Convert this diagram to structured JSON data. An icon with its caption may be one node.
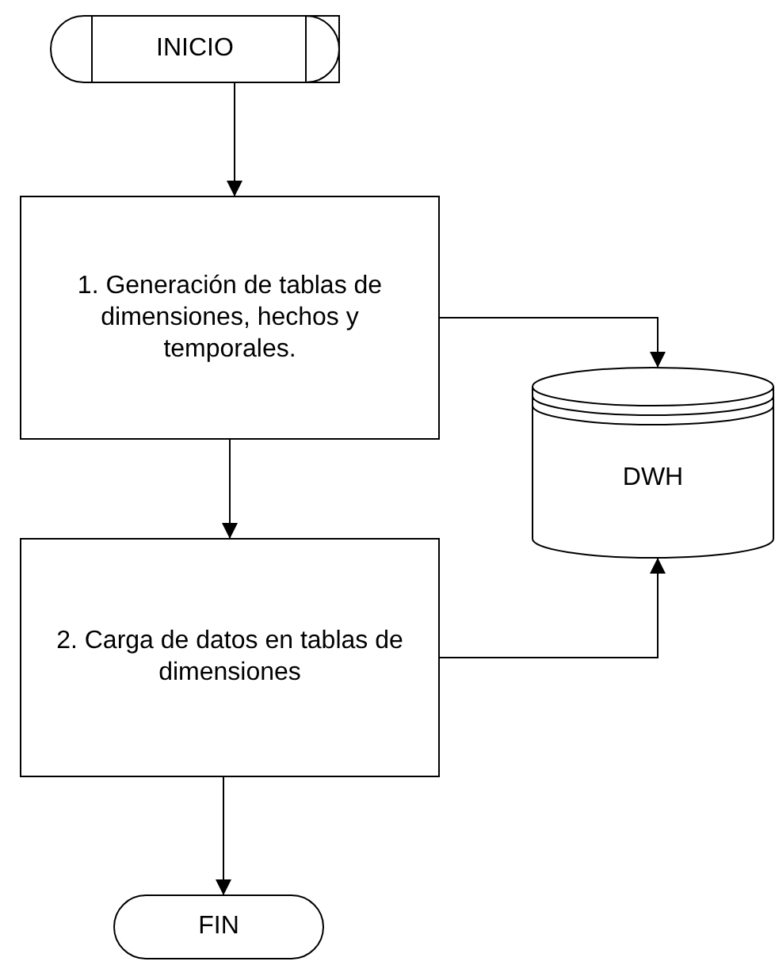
{
  "diagram": {
    "nodes": [
      {
        "text": [
          "INICIO"
        ]
      },
      {
        "text": [
          "1. Generación de tablas de dimensiones, hechos y temporales."
        ]
      },
      {
        "text": [
          "DWH"
        ]
      },
      {
        "text": [
          "2. Carga de datos en tablas de dimensiones"
        ]
      },
      {
        "text": [
          "FIN"
        ]
      }
    ],
    "edges": [
      {
        "from": 0,
        "to": 1,
        "arrow": "to"
      },
      {
        "from": 1,
        "to": 2,
        "arrow": "to"
      },
      {
        "from": 1,
        "to": 3,
        "arrow": "to"
      },
      {
        "from": 3,
        "to": 2,
        "arrow": "to"
      },
      {
        "from": 3,
        "to": 4,
        "arrow": "to"
      }
    ]
  }
}
